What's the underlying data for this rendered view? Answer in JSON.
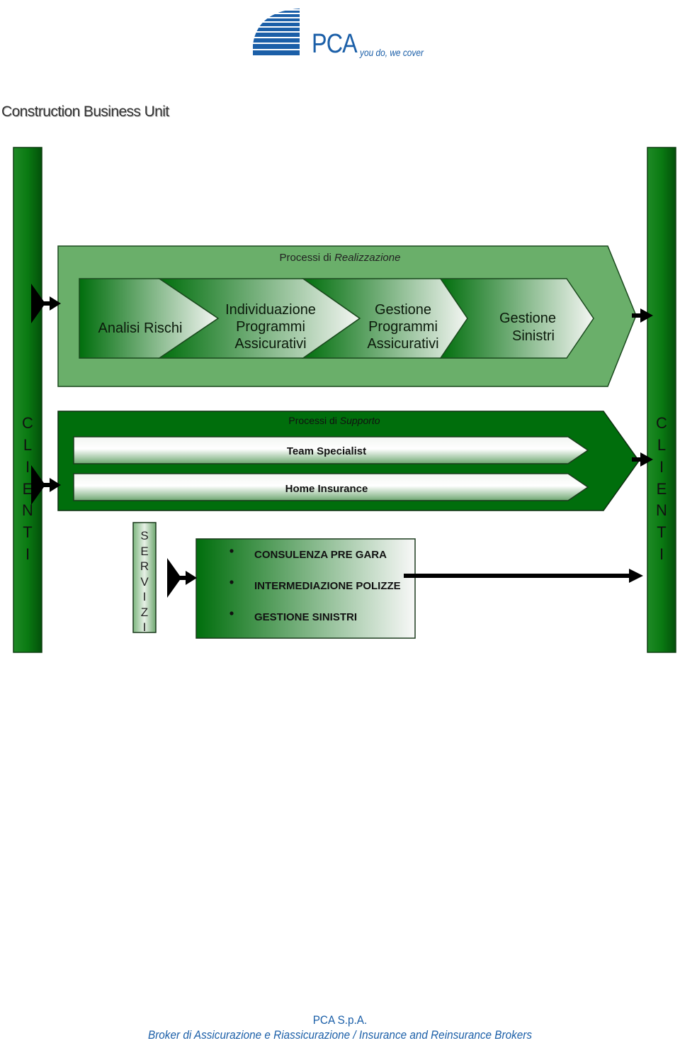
{
  "logo": {
    "name": "PCA",
    "tagline": "you do, we cover",
    "colors": {
      "brand_blue": "#1b5fa8"
    }
  },
  "page_title": "Construction Business Unit",
  "diagram": {
    "clients_left": [
      "C",
      "L",
      "I",
      "E",
      "N",
      "T",
      "I"
    ],
    "clients_right": [
      "C",
      "L",
      "I",
      "E",
      "N",
      "T",
      "I"
    ],
    "realization": {
      "label_prefix": "Processi di",
      "label_italic": "Realizzazione",
      "steps": [
        {
          "lines": [
            "Analisi Rischi"
          ]
        },
        {
          "lines": [
            "Individuazione",
            "Programmi",
            "Assicurativi"
          ]
        },
        {
          "lines": [
            "Gestione",
            "Programmi",
            "Assicurativi"
          ]
        },
        {
          "lines": [
            "Gestione",
            "Sinistri"
          ]
        }
      ]
    },
    "support": {
      "label_prefix": "Processi di",
      "label_italic": "Supporto",
      "bars": [
        "Team Specialist",
        "Home Insurance"
      ]
    },
    "services": {
      "vertical_label": [
        "S",
        "E",
        "R",
        "V",
        "I",
        "Z",
        "I"
      ],
      "items": [
        "CONSULENZA PRE GARA",
        "INTERMEDIAZIONE POLIZZE",
        "GESTIONE SINISTRI"
      ]
    },
    "colors": {
      "dark_green": "#006e0c",
      "mid_green": "#2e8b3a",
      "light_green": "#6aaf6a"
    }
  },
  "footer": {
    "company": "PCA S.p.A.",
    "description": "Broker di Assicurazione e Riassicurazione / Insurance and Reinsurance Brokers"
  }
}
